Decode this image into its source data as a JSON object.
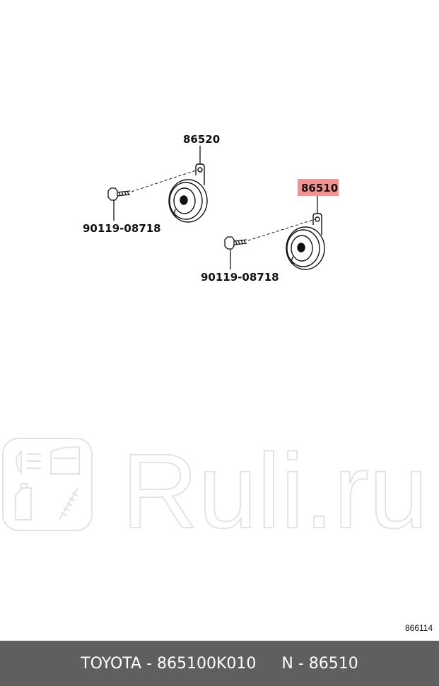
{
  "diagram": {
    "labels": {
      "upper_horn": "86520",
      "lower_horn": "86510",
      "upper_bolt": "90119-08718",
      "lower_bolt": "90119-08718"
    },
    "highlight_color": "#f08080",
    "diagram_id": "866114"
  },
  "watermark": {
    "text": "Ruli.ru"
  },
  "footer": {
    "left": "TOYOTA - 865100K010",
    "right": "N - 86510"
  }
}
